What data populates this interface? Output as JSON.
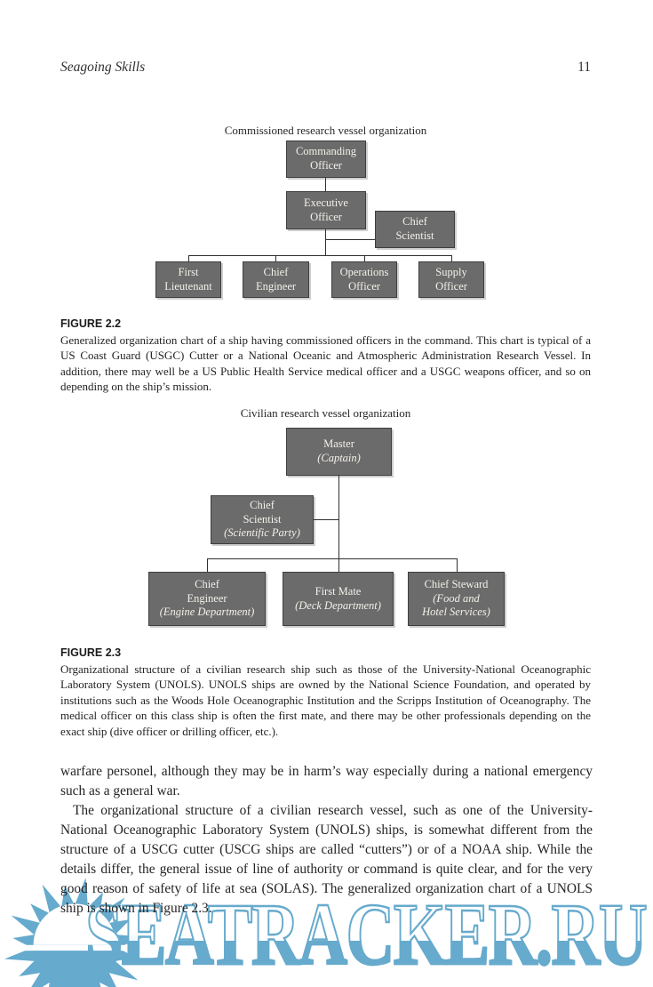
{
  "header": {
    "book_title": "Seagoing Skills",
    "page_number": "11"
  },
  "figure22": {
    "diagram_title": "Commissioned research vessel organization",
    "nodes": {
      "commanding_officer": "Commanding\nOfficer",
      "executive_officer": "Executive\nOfficer",
      "chief_scientist": "Chief\nScientist",
      "first_lieutenant": "First\nLieutenant",
      "chief_engineer": "Chief\nEngineer",
      "operations_officer": "Operations\nOfficer",
      "supply_officer": "Supply\nOfficer"
    },
    "caption_label": "FIGURE 2.2",
    "caption": "Generalized organization chart of a ship having commissioned officers in the command. This chart is typical of a US Coast Guard (USGC) Cutter or a National Oceanic and Atmospheric Administration Research Vessel. In addition, there may well be a US Public Health Service medical officer and a USGC weapons officer, and so on depending on the ship’s mission."
  },
  "figure23": {
    "diagram_title": "Civilian research vessel organization",
    "nodes": {
      "master": {
        "title": "Master",
        "subtitle": "(Captain)"
      },
      "chief_scientist": {
        "title": "Chief\nScientist",
        "subtitle": "(Scientific Party)"
      },
      "chief_engineer": {
        "title": "Chief\nEngineer",
        "subtitle": "(Engine Department)"
      },
      "first_mate": {
        "title": "First Mate",
        "subtitle": "(Deck Department)"
      },
      "chief_steward": {
        "title": "Chief Steward",
        "subtitle": "(Food and\nHotel Services)"
      }
    },
    "caption_label": "FIGURE 2.3",
    "caption": "Organizational structure of a civilian research ship such as those of the University-National Oceanographic Laboratory System (UNOLS). UNOLS ships are owned by the National Science Foundation, and operated by institutions such as the Woods Hole Oceanographic Institution and the Scripps Institution of Oceanography. The medical officer on this class ship is often the first mate, and there may be other professionals depending on the exact ship (dive officer or drilling officer, etc.)."
  },
  "body": {
    "paragraph1": "warfare personel, although they may be in harm’s way especially during a national emergency such as a general war.",
    "paragraph2": "The organizational structure of a civilian research vessel, such as one of the University-National Oceanographic Laboratory System (UNOLS) ships, is somewhat different from the structure of a USCG cutter (USCG ships are called “cutters”) or of a NOAA ship. While the details differ, the general issue of line of authority or command is quite clear, and for the very good reason of safety of life at sea (SOLAS). The generalized organization chart of a UNOLS ship is shown in Figure 2.3."
  },
  "watermark": {
    "text": "SEATRACKER.RU",
    "icon": "sunburst-half-sun-icon",
    "color": "#66aacd"
  },
  "colors": {
    "node_fill": "#6b6b6b",
    "node_border": "#3e3e3e",
    "node_text": "#f4f1ea",
    "connector": "#2f2f2f",
    "body_text": "#242424"
  }
}
